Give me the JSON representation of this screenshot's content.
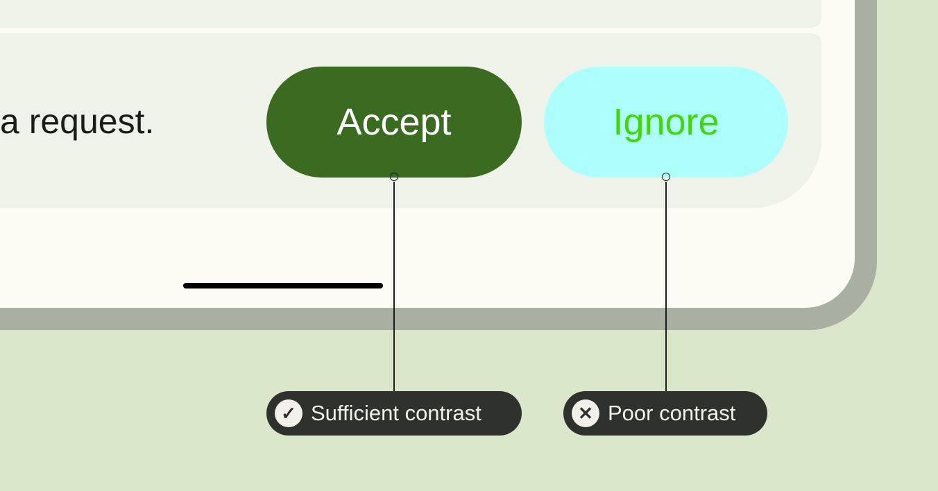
{
  "message_text": "a request.",
  "buttons": {
    "accept": "Accept",
    "ignore": "Ignore"
  },
  "annotations": [
    {
      "label": "Sufficient contrast",
      "icon": "check-icon"
    },
    {
      "label": "Poor contrast",
      "icon": "close-icon"
    }
  ],
  "colors": {
    "accept_bg": "#3a6b20",
    "accept_text": "#ffffff",
    "ignore_bg": "#adfffe",
    "ignore_text": "#44d600"
  }
}
